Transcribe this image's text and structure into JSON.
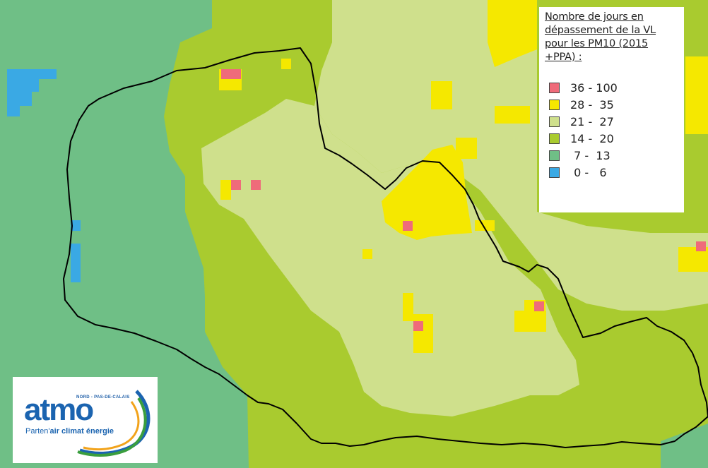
{
  "legend": {
    "title": "Nombre de jours en dépassement de la VL pour les PM10 (2015 +PPA) :",
    "classes": [
      {
        "range": "36 - 100",
        "color": "#ef6b7a"
      },
      {
        "range": "28 -  35",
        "color": "#f5e800"
      },
      {
        "range": "21 -  27",
        "color": "#cfe08c"
      },
      {
        "range": "14 -  20",
        "color": "#a9cb2f"
      },
      {
        "range": " 7 -  13",
        "color": "#6fbf86"
      },
      {
        "range": " 0 -   6",
        "color": "#3aa9e4"
      }
    ]
  },
  "logo": {
    "region": "NORD - PAS-DE-CALAIS",
    "word": "atmo",
    "tagline_prefix": "Parten'",
    "tagline_main": "air climat énergie"
  }
}
